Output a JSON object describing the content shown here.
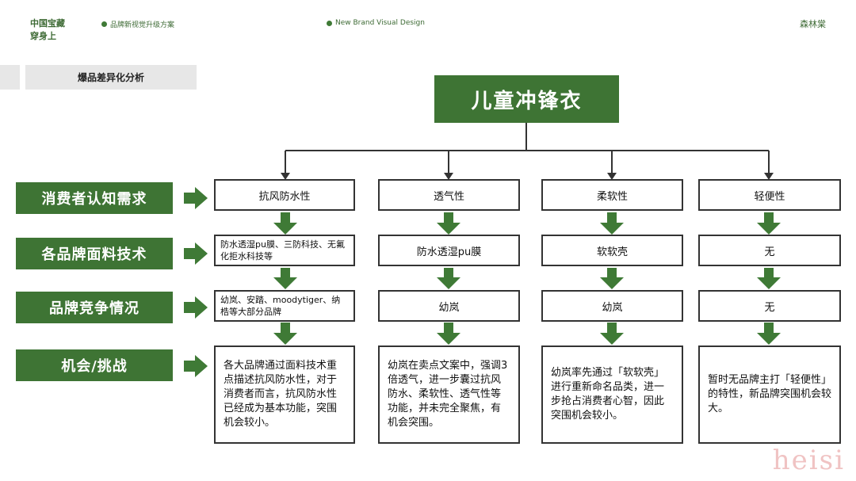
{
  "header": {
    "brand_line1": "中国宝藏",
    "brand_line2": "穿身上",
    "tag_left": "品牌新视觉升级方案",
    "tag_center": "New Brand Visual Design",
    "right": "森林棠"
  },
  "section_title": "爆品差异化分析",
  "diagram": {
    "root": "儿童冲锋衣",
    "categories": [
      "消费者认知需求",
      "各品牌面料技术",
      "品牌竞争情况",
      "机会/挑战"
    ],
    "columns": [
      {
        "need": "抗风防水性",
        "tech": "防水透湿pu膜、三防科技、无氟化拒水科技等",
        "competition": "幼岚、安踏、moodytiger、纳梏等大部分品牌",
        "opportunity": "各大品牌通过面料技术重点描述抗风防水性，对于消费者而言，抗风防水性已经成为基本功能，突围机会较小。"
      },
      {
        "need": "透气性",
        "tech": "防水透湿pu膜",
        "competition": "幼岚",
        "opportunity": "幼岚在卖点文案中，强调3倍透气，进一步囊过抗风防水、柔软性、透气性等功能，并未完全聚焦，有机会突围。"
      },
      {
        "need": "柔软性",
        "tech": "软软壳",
        "competition": "幼岚",
        "opportunity": "幼岚率先通过「软软壳」进行重新命名品类，进一步抢占消费者心智，因此突围机会较小。"
      },
      {
        "need": "轻便性",
        "tech": "无",
        "competition": "无",
        "opportunity": "暂时无品牌主打「轻便性」的特性，新品牌突围机会较大。"
      }
    ]
  },
  "watermark": "heisi",
  "colors": {
    "accent": "#3e7434",
    "arrow": "#3f7a36"
  }
}
